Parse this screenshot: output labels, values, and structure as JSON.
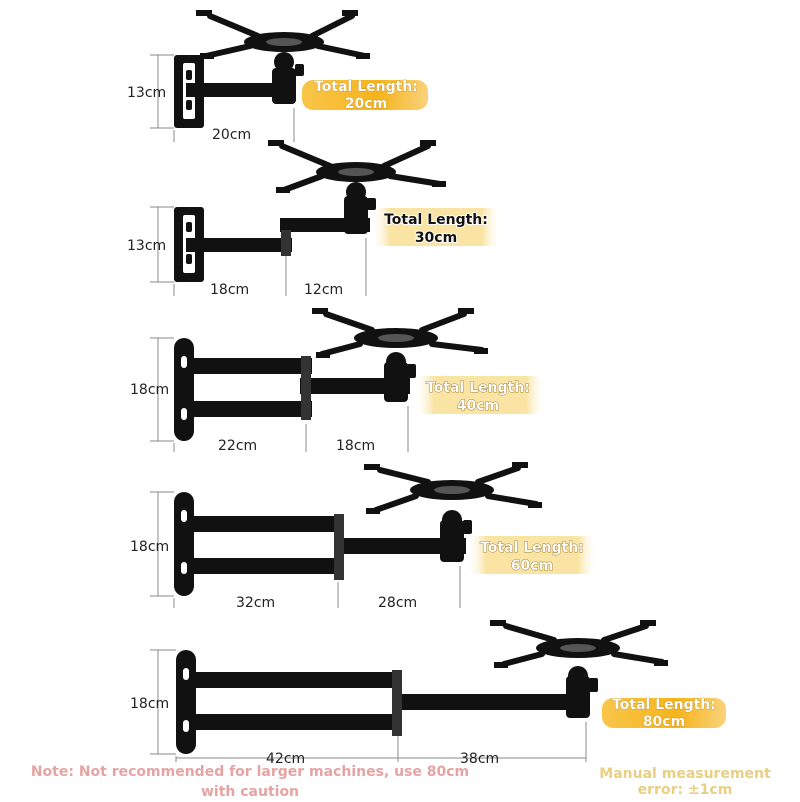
{
  "colors": {
    "badge_gold": "#f6b41c",
    "badge_light": "#f7d98a",
    "note": "#e6a3a3",
    "error": "#e9cf7f",
    "mount": "#111111"
  },
  "configs": [
    {
      "height": "13cm",
      "segments": [
        "20cm"
      ],
      "total_line1": "Total Length:",
      "total_line2": "20cm"
    },
    {
      "height": "13cm",
      "segments": [
        "18cm",
        "12cm"
      ],
      "total_line1": "Total Length:",
      "total_line2": "30cm"
    },
    {
      "height": "18cm",
      "segments": [
        "22cm",
        "18cm"
      ],
      "total_line1": "Total Length:",
      "total_line2": "40cm"
    },
    {
      "height": "18cm",
      "segments": [
        "32cm",
        "28cm"
      ],
      "total_line1": "Total Length:",
      "total_line2": "60cm"
    },
    {
      "height": "18cm",
      "segments": [
        "42cm",
        "38cm"
      ],
      "total_line1": "Total Length:",
      "total_line2": "80cm"
    }
  ],
  "footer": {
    "note_line1": "Note: Not recommended for larger machines, use 80cm",
    "note_line2": "with caution",
    "error_line1": "Manual measurement",
    "error_line2": "error: ±1cm"
  }
}
